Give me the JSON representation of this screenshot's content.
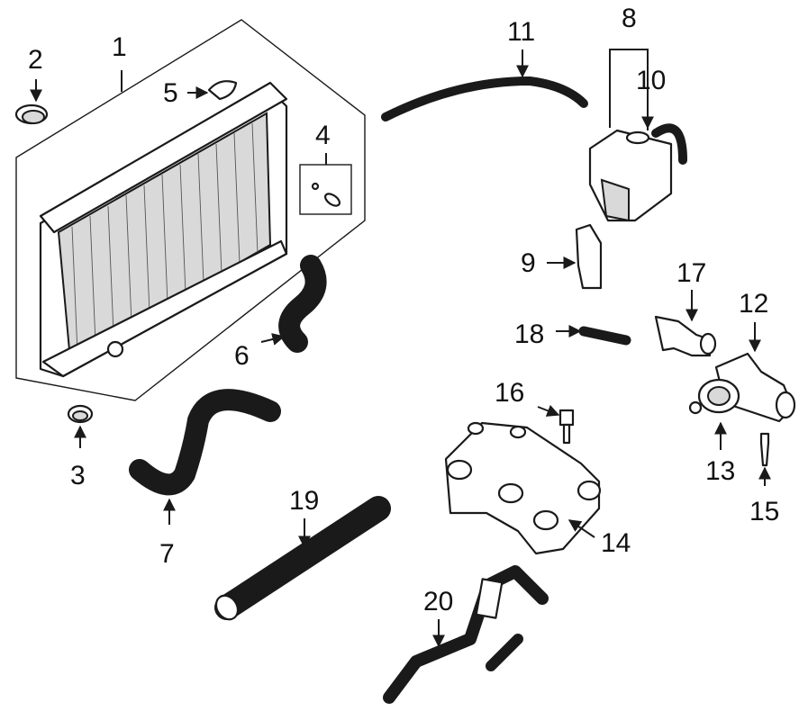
{
  "callouts": {
    "c1": "1",
    "c2": "2",
    "c3": "3",
    "c4": "4",
    "c5": "5",
    "c6": "6",
    "c7": "7",
    "c8": "8",
    "c9": "9",
    "c10": "10",
    "c11": "11",
    "c12": "12",
    "c13": "13",
    "c14": "14",
    "c15": "15",
    "c16": "16",
    "c17": "17",
    "c18": "18",
    "c19": "19",
    "c20": "20"
  },
  "colors": {
    "ink": "#1a1a1a",
    "fill": "#ffffff",
    "shade": "#d9d9d9"
  }
}
